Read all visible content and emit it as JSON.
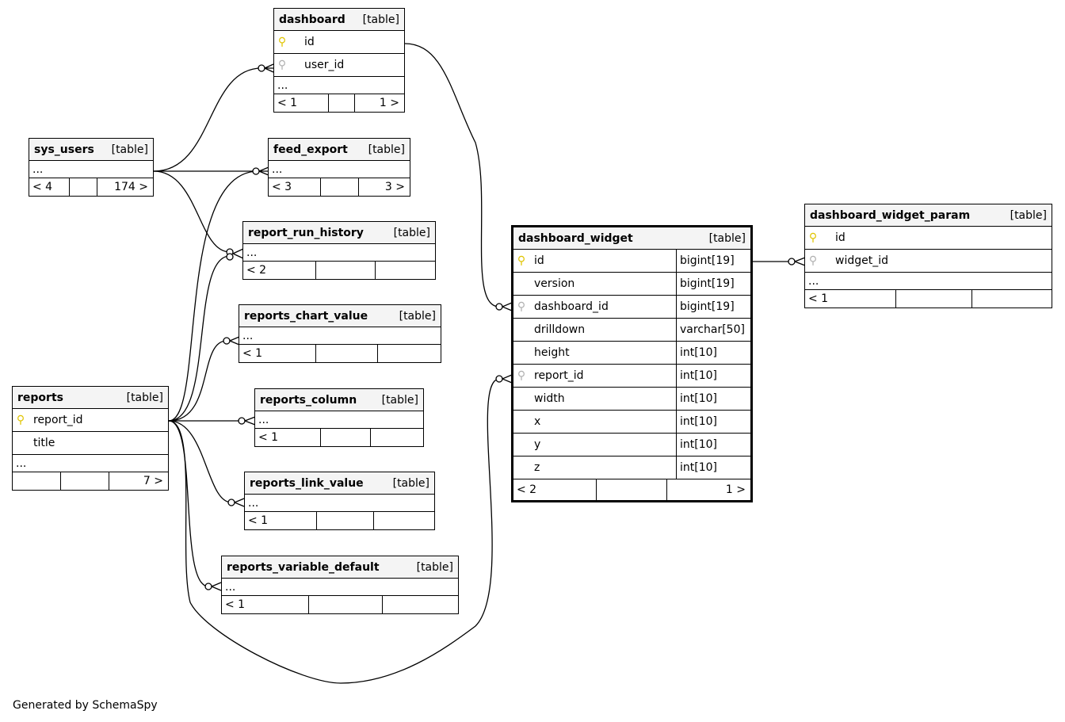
{
  "tables": {
    "dashboard": {
      "name": "dashboard",
      "kind": "[table]",
      "columns": [
        "id",
        "user_id"
      ],
      "ellipsis": "...",
      "parents": "< 1",
      "children": "1 >"
    },
    "sys_users": {
      "name": "sys_users",
      "kind": "[table]",
      "ellipsis": "...",
      "parents": "< 4",
      "children": "174 >"
    },
    "feed_export": {
      "name": "feed_export",
      "kind": "[table]",
      "ellipsis": "...",
      "parents": "< 3",
      "children": "3 >"
    },
    "report_run_history": {
      "name": "report_run_history",
      "kind": "[table]",
      "ellipsis": "...",
      "parents": "< 2",
      "children": ""
    },
    "reports_chart_value": {
      "name": "reports_chart_value",
      "kind": "[table]",
      "ellipsis": "...",
      "parents": "< 1",
      "children": ""
    },
    "reports": {
      "name": "reports",
      "kind": "[table]",
      "columns": [
        "report_id",
        "title"
      ],
      "ellipsis": "...",
      "parents": "",
      "children": "7 >"
    },
    "reports_column": {
      "name": "reports_column",
      "kind": "[table]",
      "ellipsis": "...",
      "parents": "< 1",
      "children": ""
    },
    "reports_link_value": {
      "name": "reports_link_value",
      "kind": "[table]",
      "ellipsis": "...",
      "parents": "< 1",
      "children": ""
    },
    "reports_variable_default": {
      "name": "reports_variable_default",
      "kind": "[table]",
      "ellipsis": "...",
      "parents": "< 1",
      "children": ""
    },
    "dashboard_widget": {
      "name": "dashboard_widget",
      "kind": "[table]",
      "columns": [
        {
          "name": "id",
          "type": "bigint[19]",
          "key": "pk"
        },
        {
          "name": "version",
          "type": "bigint[19]",
          "key": ""
        },
        {
          "name": "dashboard_id",
          "type": "bigint[19]",
          "key": "fk"
        },
        {
          "name": "drilldown",
          "type": "varchar[50]",
          "key": ""
        },
        {
          "name": "height",
          "type": "int[10]",
          "key": ""
        },
        {
          "name": "report_id",
          "type": "int[10]",
          "key": "fk"
        },
        {
          "name": "width",
          "type": "int[10]",
          "key": ""
        },
        {
          "name": "x",
          "type": "int[10]",
          "key": ""
        },
        {
          "name": "y",
          "type": "int[10]",
          "key": ""
        },
        {
          "name": "z",
          "type": "int[10]",
          "key": ""
        }
      ],
      "parents": "< 2",
      "children": "1 >"
    },
    "dashboard_widget_param": {
      "name": "dashboard_widget_param",
      "kind": "[table]",
      "columns": [
        "id",
        "widget_id"
      ],
      "ellipsis": "...",
      "parents": "< 1",
      "children": ""
    }
  },
  "icons": {
    "primary_key": "key-icon-yellow",
    "foreign_key": "key-icon-gray",
    "pk_color": "#e0c400",
    "fk_color": "#b0b0b0"
  },
  "footer": {
    "credit": "Generated by SchemaSpy"
  }
}
